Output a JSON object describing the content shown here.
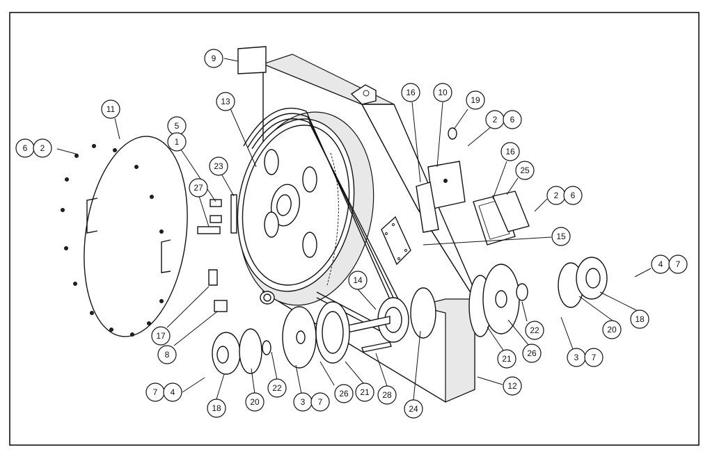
{
  "callouts": [
    {
      "id": "c9",
      "label": "9"
    },
    {
      "id": "c11",
      "label": "11"
    },
    {
      "id": "c13",
      "label": "13"
    },
    {
      "id": "c5",
      "label": "5"
    },
    {
      "id": "c1",
      "label": "1"
    },
    {
      "id": "c23",
      "label": "23"
    },
    {
      "id": "c27",
      "label": "27"
    },
    {
      "id": "c6a",
      "label": "6"
    },
    {
      "id": "c2a",
      "label": "2"
    },
    {
      "id": "c16a",
      "label": "16"
    },
    {
      "id": "c10",
      "label": "10"
    },
    {
      "id": "c19",
      "label": "19"
    },
    {
      "id": "c2b",
      "label": "2"
    },
    {
      "id": "c6b",
      "label": "6"
    },
    {
      "id": "c16b",
      "label": "16"
    },
    {
      "id": "c25",
      "label": "25"
    },
    {
      "id": "c2c",
      "label": "2"
    },
    {
      "id": "c6c",
      "label": "6"
    },
    {
      "id": "c15",
      "label": "15"
    },
    {
      "id": "c4a",
      "label": "4"
    },
    {
      "id": "c7a",
      "label": "7"
    },
    {
      "id": "c14",
      "label": "14"
    },
    {
      "id": "c17",
      "label": "17"
    },
    {
      "id": "c8",
      "label": "8"
    },
    {
      "id": "c22a",
      "label": "22"
    },
    {
      "id": "c20a",
      "label": "20"
    },
    {
      "id": "c18a",
      "label": "18"
    },
    {
      "id": "c21a",
      "label": "21"
    },
    {
      "id": "c26a",
      "label": "26"
    },
    {
      "id": "c3a",
      "label": "3"
    },
    {
      "id": "c7b",
      "label": "7"
    },
    {
      "id": "c12",
      "label": "12"
    },
    {
      "id": "c7c",
      "label": "7"
    },
    {
      "id": "c4b",
      "label": "4"
    },
    {
      "id": "c18b",
      "label": "18"
    },
    {
      "id": "c20b",
      "label": "20"
    },
    {
      "id": "c22b",
      "label": "22"
    },
    {
      "id": "c3b",
      "label": "3"
    },
    {
      "id": "c7d",
      "label": "7"
    },
    {
      "id": "c26b",
      "label": "26"
    },
    {
      "id": "c21b",
      "label": "21"
    },
    {
      "id": "c28",
      "label": "28"
    },
    {
      "id": "c24",
      "label": "24"
    }
  ]
}
